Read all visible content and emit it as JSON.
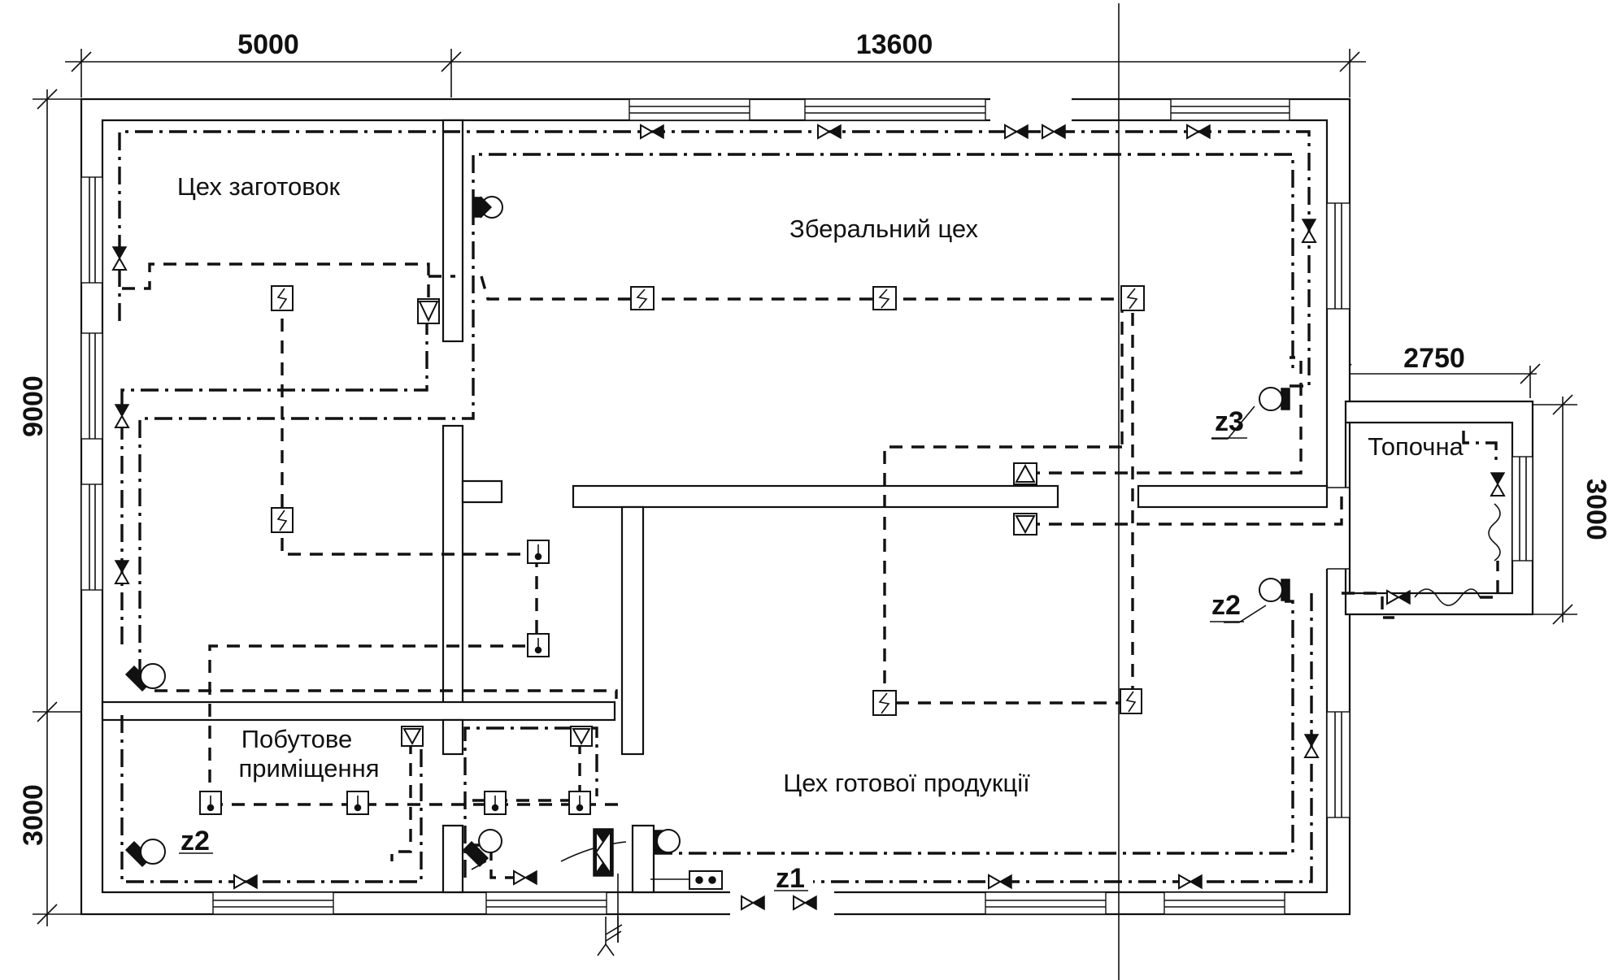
{
  "dimensions": {
    "top_left": "5000",
    "top_right": "13600",
    "left_upper": "9000",
    "left_lower": "3000",
    "annex_width": "2750",
    "annex_height": "3000"
  },
  "rooms": {
    "blanks_shop": "Цех заготовок",
    "assembly_shop": "Зберальний цех",
    "household_line1": "Побутове",
    "household_line2": "приміщення",
    "finished_goods_shop": "Цех готової продукції",
    "boiler_room": "Топочна"
  },
  "tags": {
    "z1": "z1",
    "z2_left": "z2",
    "z2_right": "z2",
    "z3": "z3"
  }
}
